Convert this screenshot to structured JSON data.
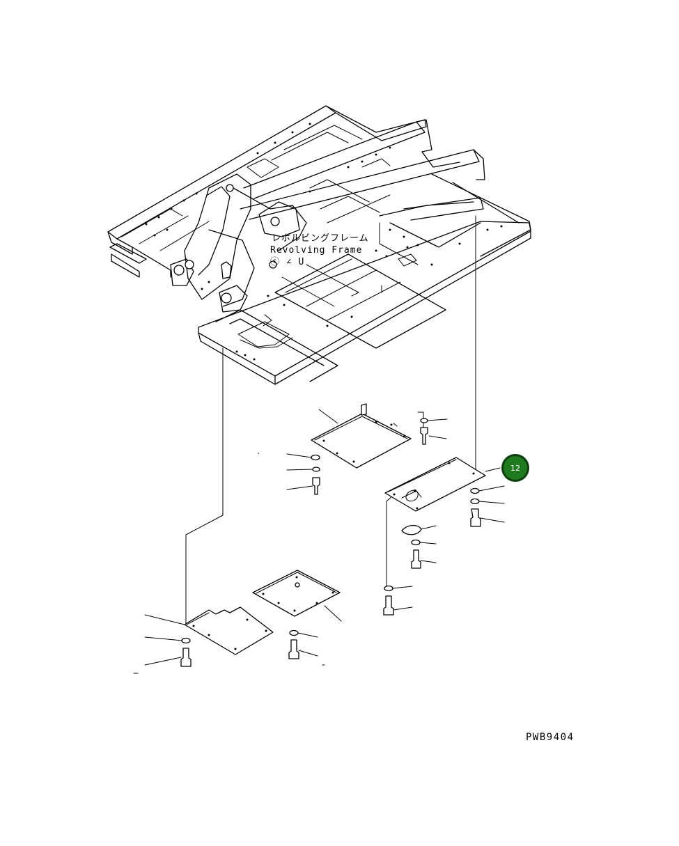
{
  "diagram": {
    "frame_label_jp": "レボルビングフレーム",
    "frame_label_en": "Revolving Frame",
    "frame_marks": "ⓒ   ∠ U",
    "callout_number": "12",
    "figure_id": "PWB9404",
    "colors": {
      "line": "#000000",
      "background": "#ffffff",
      "callout_fill": "#1f7a1f",
      "callout_ring": "#0b3d0b"
    }
  }
}
